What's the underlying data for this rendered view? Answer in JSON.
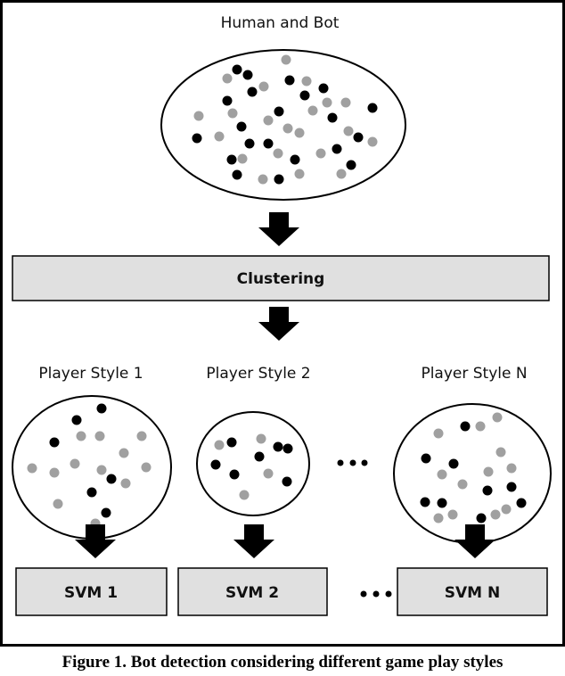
{
  "title": "Human and Bot",
  "clustering_label": "Clustering",
  "styles": [
    {
      "label": "Player Style 1",
      "svm": "SVM 1"
    },
    {
      "label": "Player Style 2",
      "svm": "SVM 2"
    },
    {
      "label": "Player Style N",
      "svm": "SVM N"
    }
  ],
  "ellipsis": "...",
  "caption": "Figure 1. Bot detection considering different game play styles",
  "colors": {
    "bot_dot": "#000000",
    "human_dot": "#a0a0a0",
    "box_fill": "#e0e0e0"
  }
}
